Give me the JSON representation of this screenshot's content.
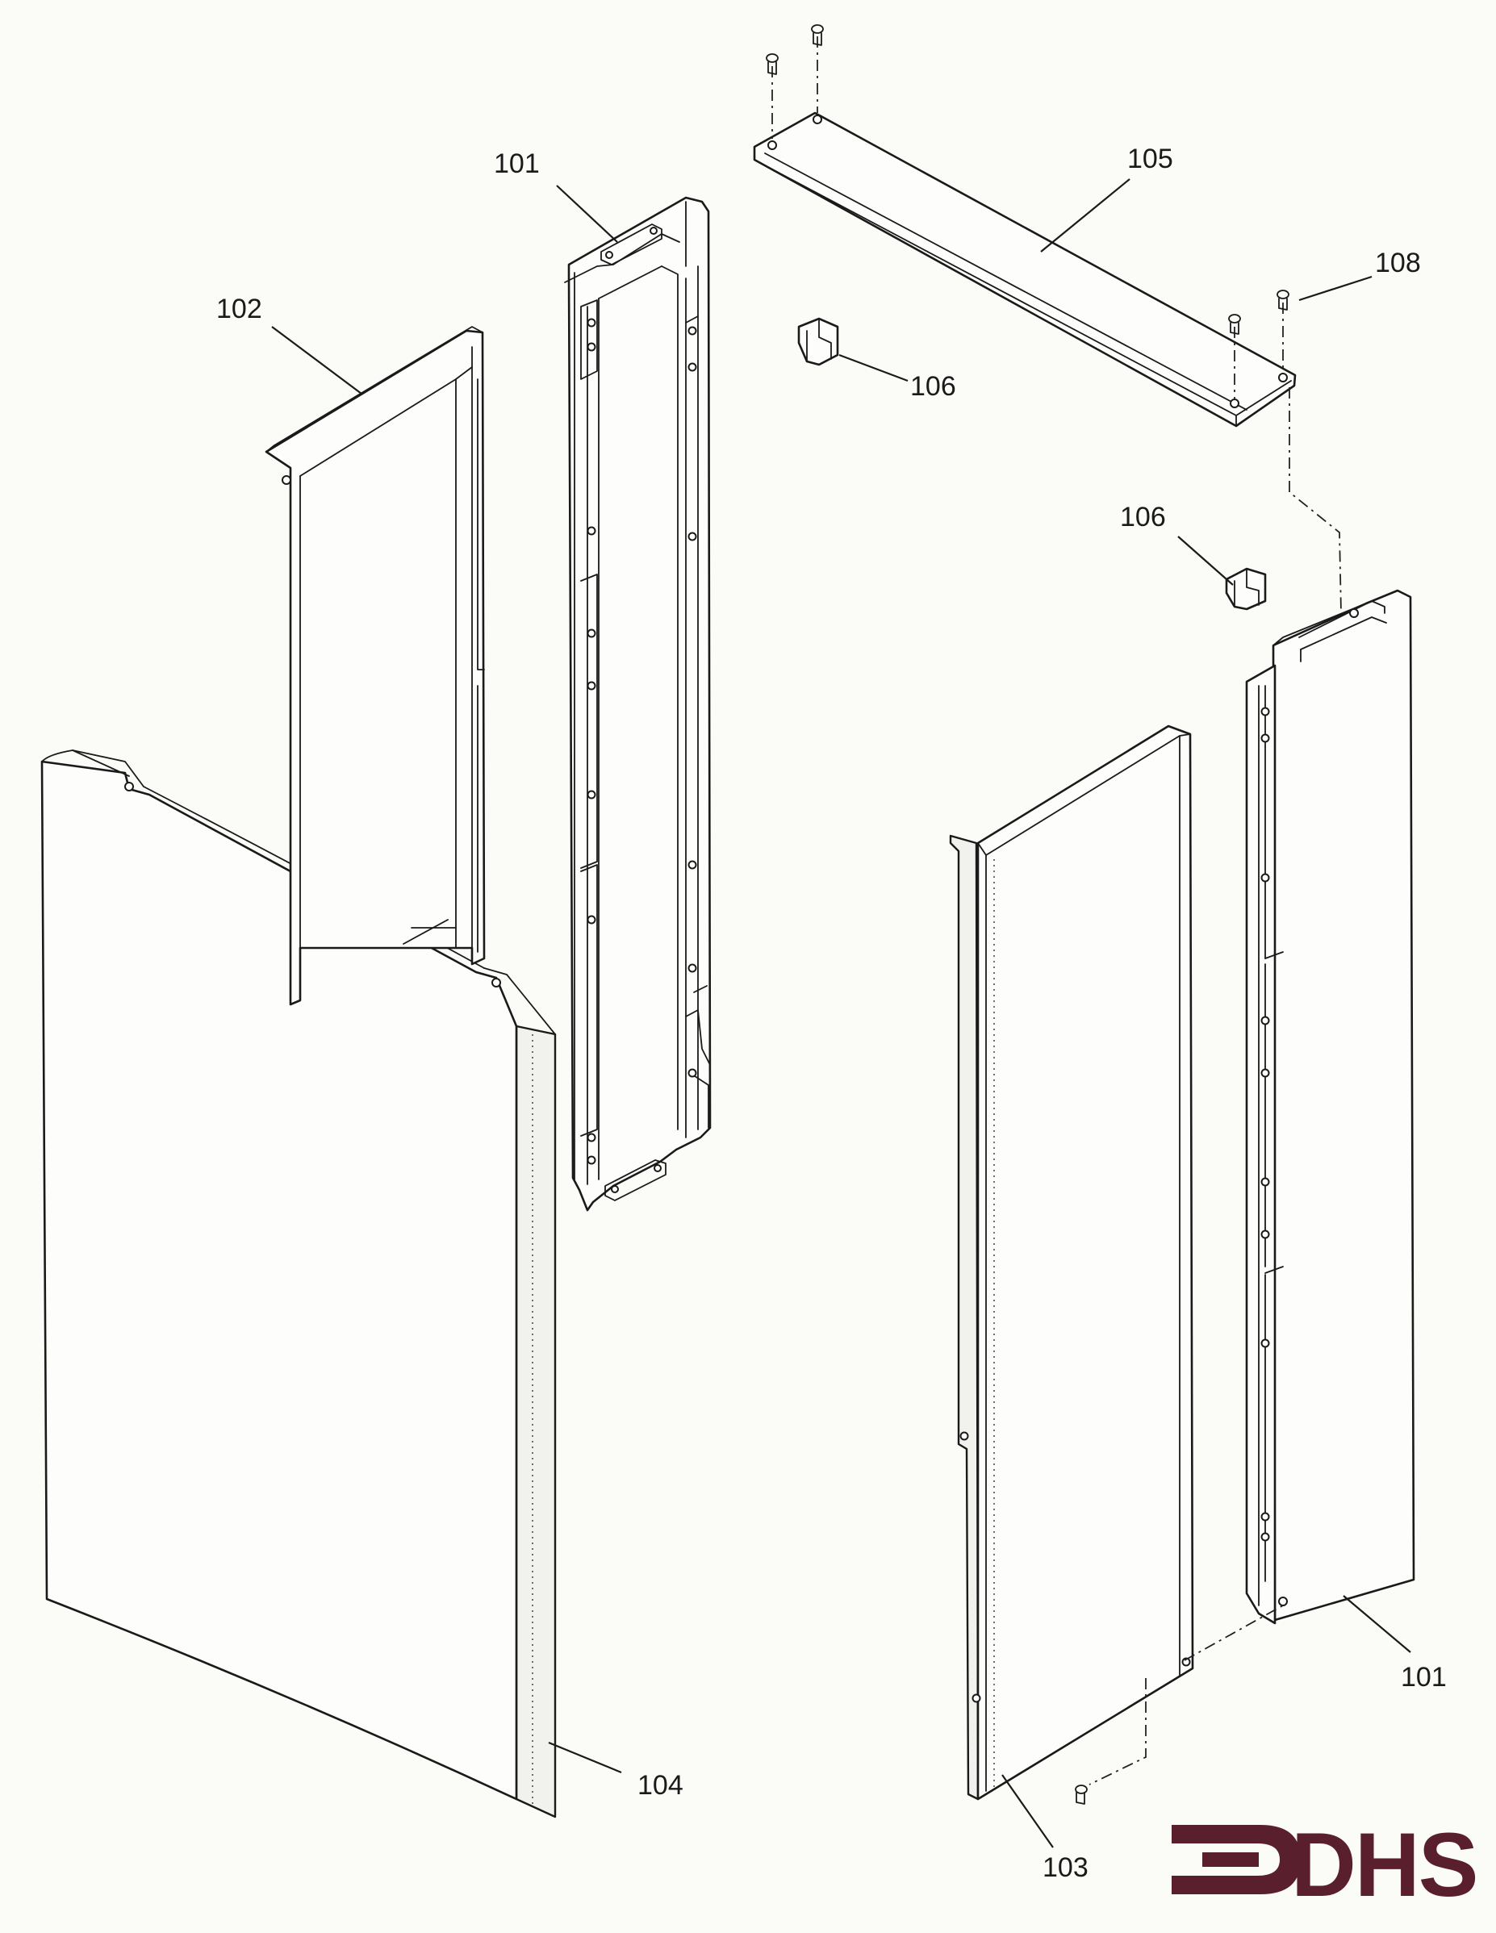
{
  "labels": {
    "l101_top": "101",
    "l102": "102",
    "l105": "105",
    "l108": "108",
    "l106_top": "106",
    "l106_mid": "106",
    "l101_bottom": "101",
    "l104": "104",
    "l103": "103"
  },
  "logo": {
    "text": "DHS",
    "color": "#5a1f2c"
  }
}
